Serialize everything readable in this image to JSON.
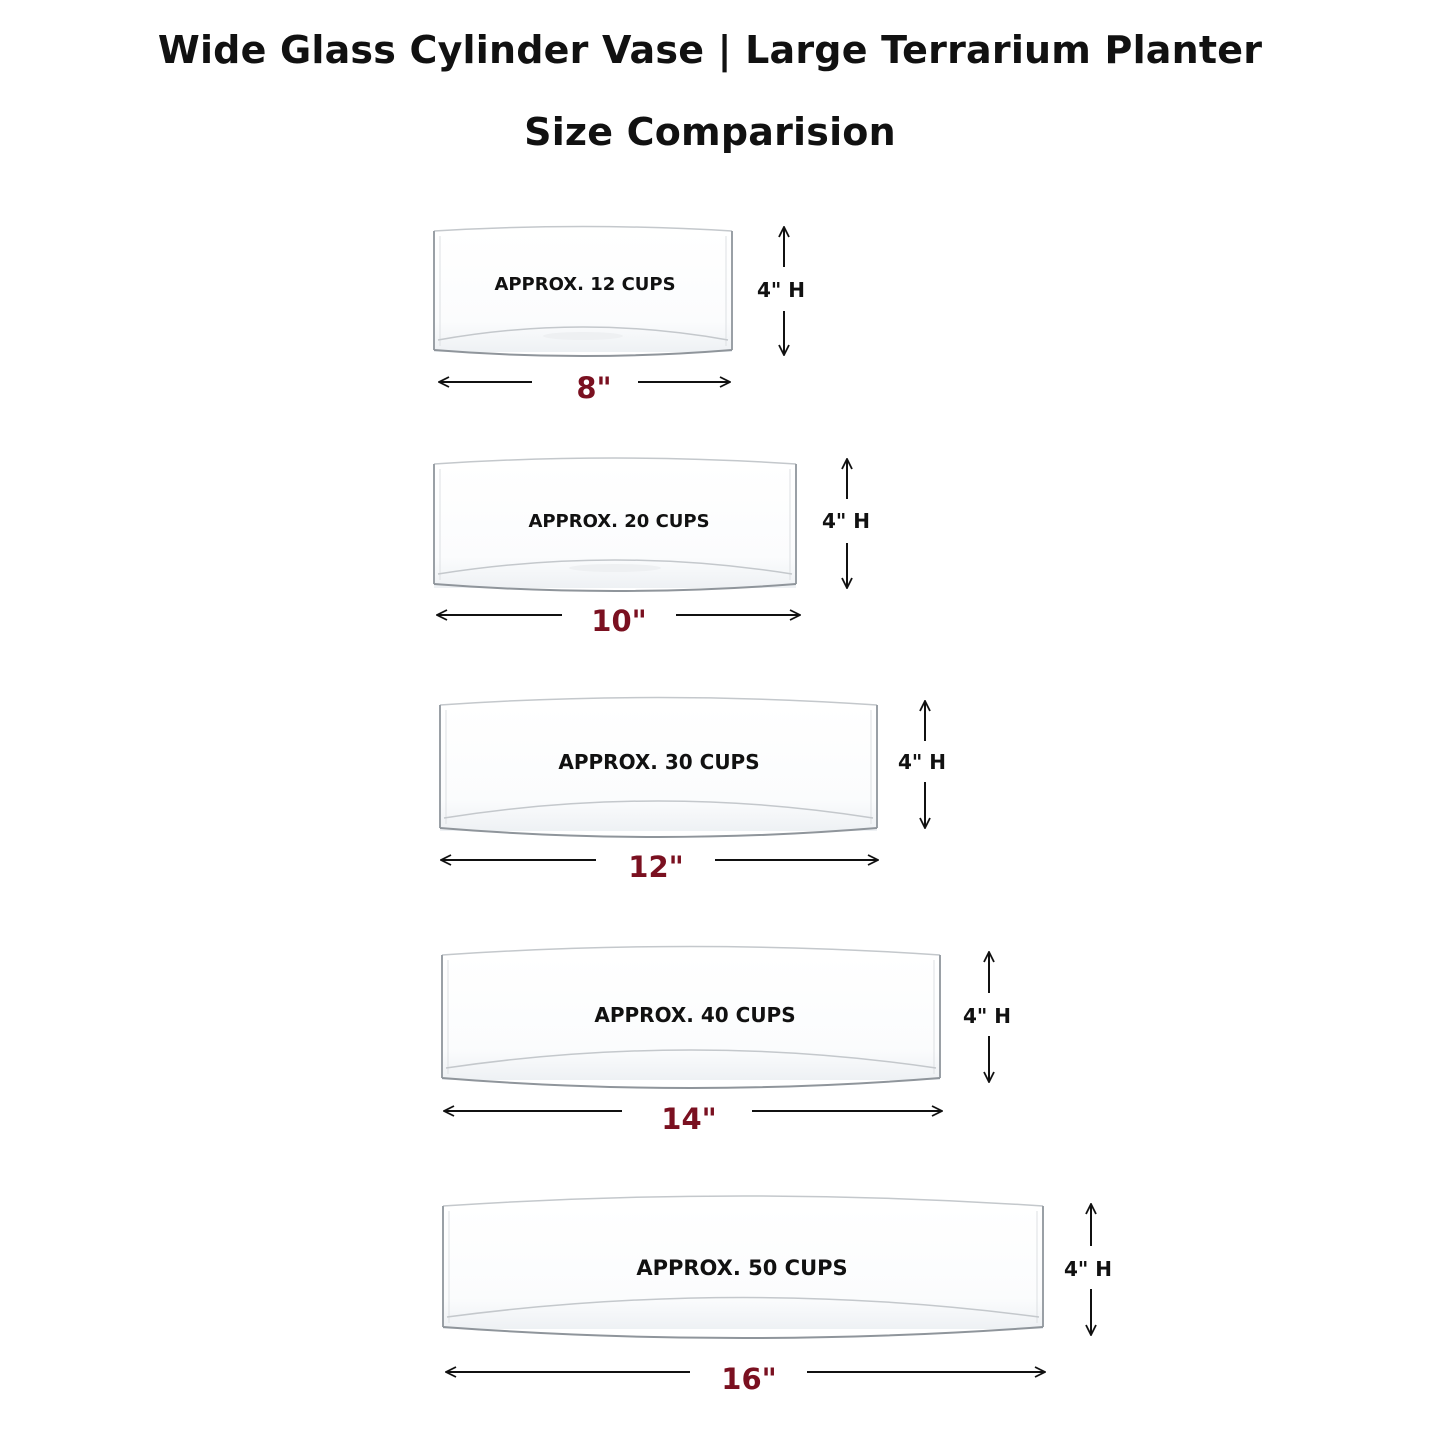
{
  "title": "Wide Glass Cylinder Vase | Large Terrarium Planter",
  "subtitle": "Size Comparision",
  "colors": {
    "background": "#ffffff",
    "text": "#111111",
    "width_label": "#7a1020",
    "glass_edge": "#9aa0a6",
    "arrow": "#111111"
  },
  "vases": [
    {
      "capacity": "APPROX. 12 CUPS",
      "width": "8\"",
      "height": "4\" H"
    },
    {
      "capacity": "APPROX. 20 CUPS",
      "width": "10\"",
      "height": "4\" H"
    },
    {
      "capacity": "APPROX. 30 CUPS",
      "width": "12\"",
      "height": "4\" H"
    },
    {
      "capacity": "APPROX. 40 CUPS",
      "width": "14\"",
      "height": "4\" H"
    },
    {
      "capacity": "APPROX. 50 CUPS",
      "width": "16\"",
      "height": "4\" H"
    }
  ]
}
